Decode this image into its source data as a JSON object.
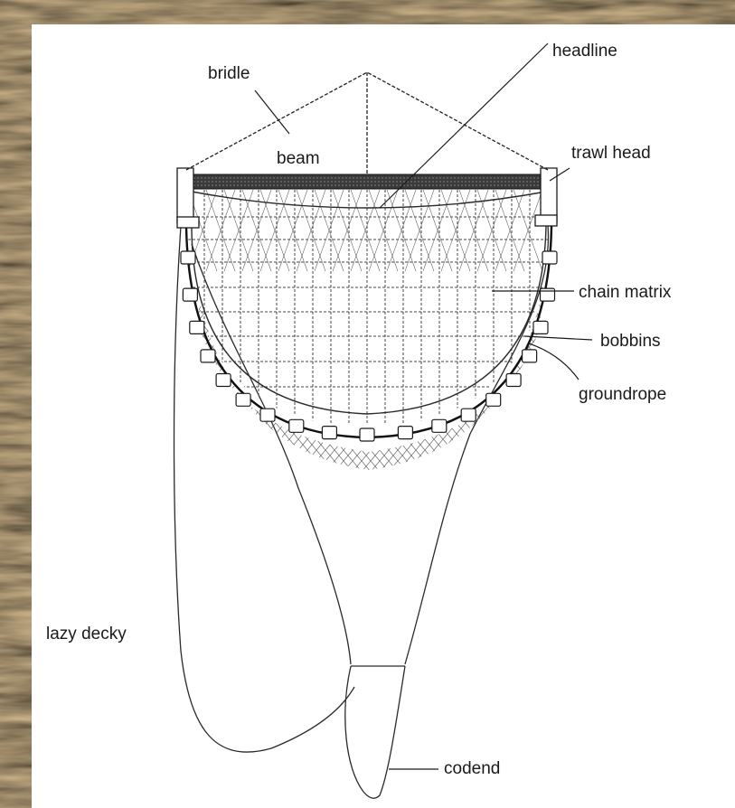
{
  "colors": {
    "background_wood_dark": "#7a4f24",
    "background_wood_light": "#c9a46a",
    "paper": "#ffffff",
    "ink": "#1a1a1a"
  },
  "labels": {
    "bridle": "bridle",
    "headline": "headline",
    "beam": "beam",
    "trawl_head": "trawl head",
    "chain_matrix": "chain matrix",
    "bobbins": "bobbins",
    "groundrope": "groundrope",
    "lazy_decky": "lazy decky",
    "codend": "codend"
  }
}
